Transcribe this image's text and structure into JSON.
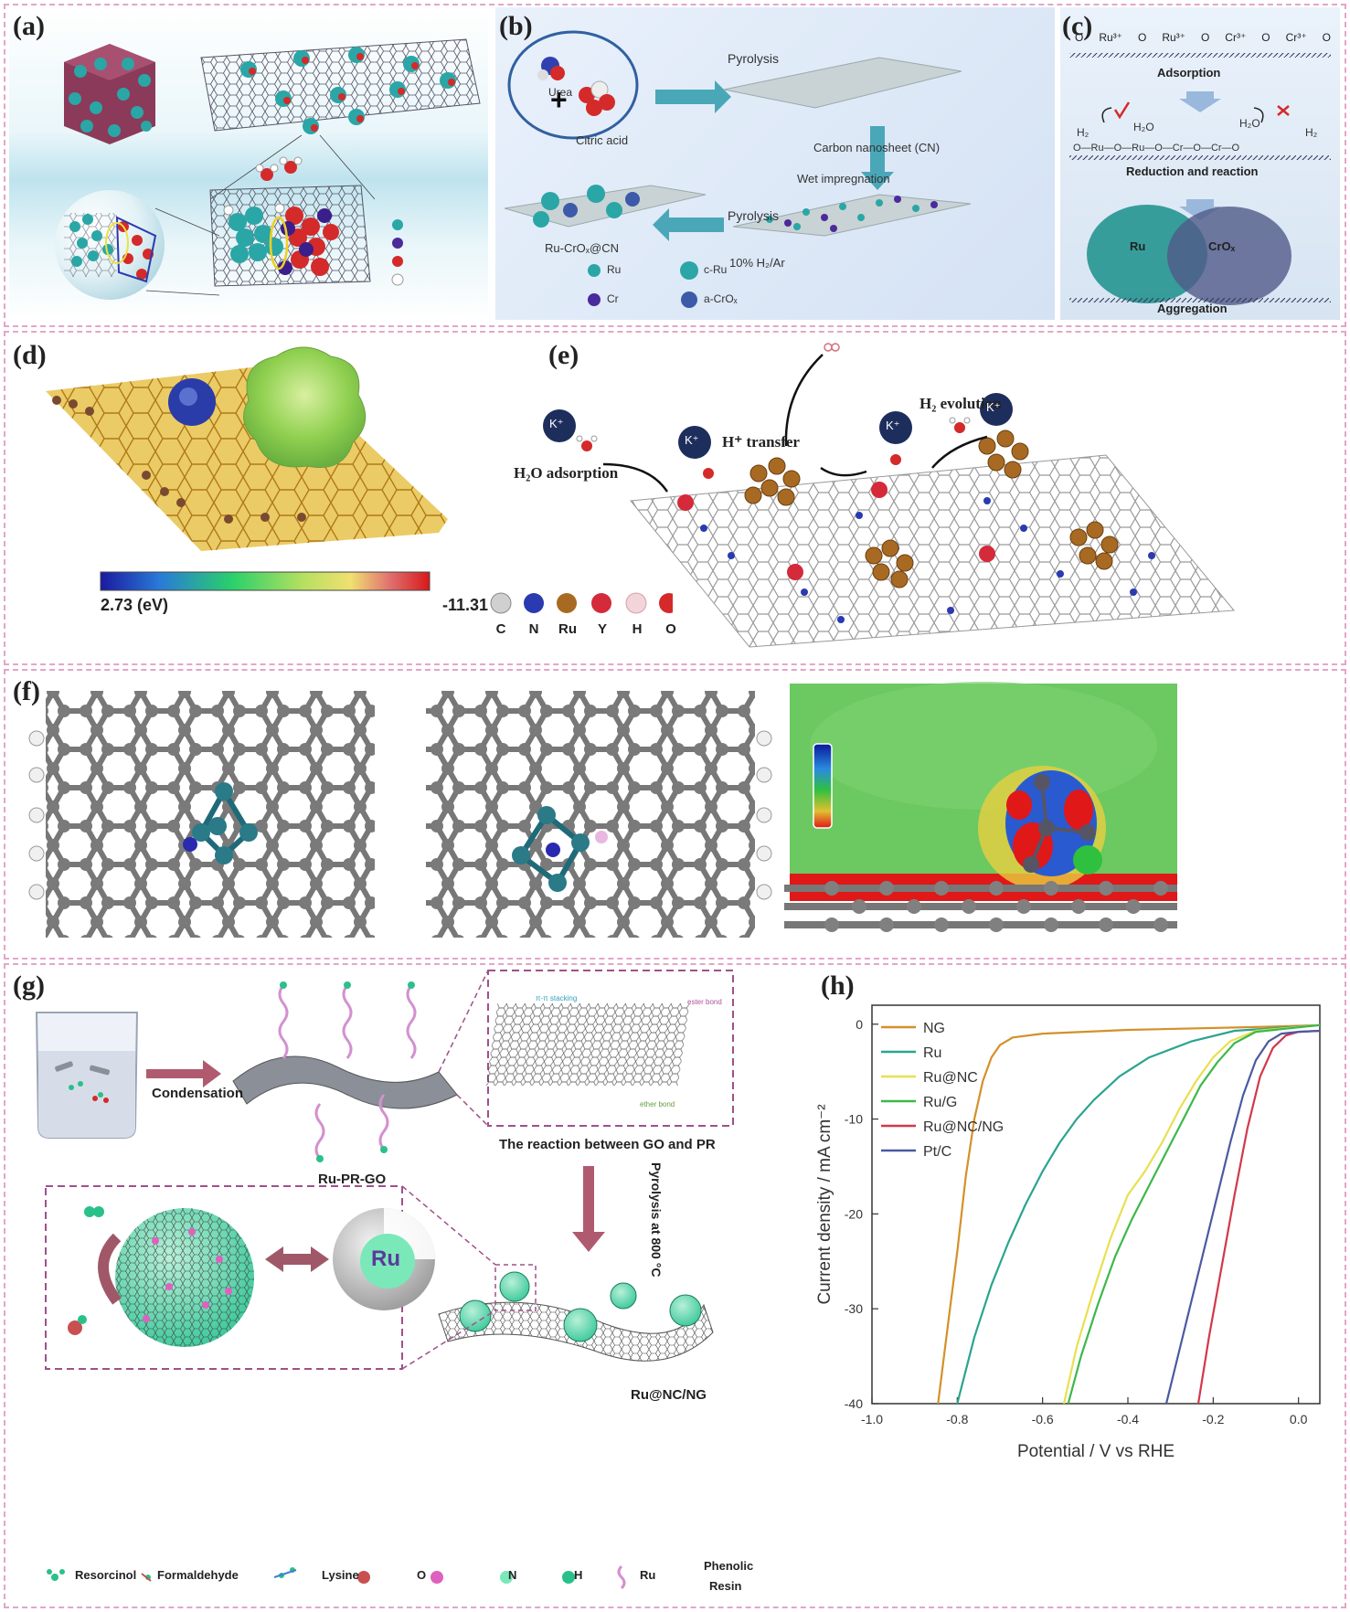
{
  "panels": {
    "a": "(a)",
    "b": "(b)",
    "c": "(c)",
    "d": "(d)",
    "e": "(e)",
    "f": "(f)",
    "g": "(g)",
    "h": "(h)"
  },
  "b": {
    "urea": "Urea",
    "citric_acid": "Citric acid",
    "pyrolysis_top": "Pyrolysis",
    "cn": "Carbon nanosheet (CN)",
    "wet": "Wet impregnation",
    "pyrolysis_bottom": "Pyrolysis",
    "h2ar": "10% H₂/Ar",
    "product": "Ru-CrOₓ@CN",
    "legend": {
      "ru": "Ru",
      "cru": "c-Ru",
      "cr": "Cr",
      "acrox": "a-CrOₓ"
    }
  },
  "c": {
    "top_ions": [
      "O",
      "Ru³⁺",
      "O",
      "Ru³⁺",
      "O",
      "Cr³⁺",
      "O",
      "Cr³⁺",
      "O"
    ],
    "adsorption": "Adsorption",
    "h2_left": "H₂",
    "h2o_left": "H₂O",
    "h2o_right": "H₂O",
    "h2_right": "H₂",
    "chain": "O—Ru—O—Ru—O—Cr—O—Cr—O",
    "reduction": "Reduction and reaction",
    "ru": "Ru",
    "crox": "CrOₓ",
    "aggregation": "Aggregation"
  },
  "d": {
    "min": "2.73 (eV)",
    "max": "-11.31"
  },
  "e": {
    "h2o_ads": "H₂O adsorption",
    "h_transfer": "H⁺ transfer",
    "h2_evo": "H₂ evolution",
    "k": "K⁺",
    "legend": [
      "C",
      "N",
      "Ru",
      "Y",
      "H",
      "O"
    ]
  },
  "g": {
    "condensation": "Condensation",
    "ru_pr_go": "Ru-PR-GO",
    "reaction": "The reaction between GO and PR",
    "pyrolysis": "Pyrolysis at 800 °C",
    "ru": "Ru",
    "product": "Ru@NC/NG",
    "pi_stacking": "π-π stacking",
    "ester_bond": "ester bond",
    "ether_bond": "ether bond",
    "legend": {
      "resorcinol": "Resorcinol",
      "formaldehyde": "Formaldehyde",
      "lysine": "Lysine",
      "o": "O",
      "n": "N",
      "h": "H",
      "ru": "Ru",
      "phenolic": "Phenolic",
      "resin": "Resin"
    }
  },
  "colors": {
    "ru_teal": "#2aa6a6",
    "cr_purple": "#4b2a9c",
    "o_red": "#d42a2a",
    "k_navy": "#1d2e5c",
    "ru_brown": "#a86a22",
    "border_pink": "#e3a6c8"
  },
  "chart_data": {
    "type": "line",
    "xlabel": "Potential / V vs RHE",
    "ylabel": "Current density / mA cm⁻²",
    "xlim": [
      -1.0,
      0.05
    ],
    "ylim": [
      -40,
      2
    ],
    "xticks": [
      -1.0,
      -0.8,
      -0.6,
      -0.4,
      -0.2,
      0.0
    ],
    "yticks": [
      0,
      -10,
      -20,
      -30,
      -40
    ],
    "legend_position": "top-left",
    "series": [
      {
        "name": "NG",
        "color": "#d4902a",
        "x": [
          -0.845,
          -0.82,
          -0.8,
          -0.78,
          -0.76,
          -0.74,
          -0.72,
          -0.7,
          -0.67,
          -0.6,
          -0.4,
          -0.1,
          0.05
        ],
        "y": [
          -40,
          -31,
          -24,
          -16,
          -10,
          -6,
          -3.5,
          -2.2,
          -1.4,
          -1.0,
          -0.6,
          -0.3,
          -0.1
        ]
      },
      {
        "name": "Ru",
        "color": "#2aa48f",
        "x": [
          -0.8,
          -0.76,
          -0.72,
          -0.68,
          -0.64,
          -0.6,
          -0.56,
          -0.52,
          -0.48,
          -0.42,
          -0.35,
          -0.25,
          -0.15,
          0.05
        ],
        "y": [
          -40,
          -33,
          -27.5,
          -23,
          -19,
          -15.5,
          -12.5,
          -10,
          -8,
          -5.5,
          -3.5,
          -1.8,
          -0.7,
          -0.1
        ]
      },
      {
        "name": "Ru@NC",
        "color": "#e8e050",
        "x": [
          -0.55,
          -0.52,
          -0.48,
          -0.44,
          -0.4,
          -0.36,
          -0.32,
          -0.28,
          -0.24,
          -0.2,
          -0.16,
          -0.1,
          0.05
        ],
        "y": [
          -40,
          -34,
          -28,
          -22.5,
          -18,
          -15.5,
          -12.5,
          -9,
          -6,
          -3.5,
          -1.8,
          -0.7,
          -0.1
        ]
      },
      {
        "name": "Ru/G",
        "color": "#3db84a",
        "x": [
          -0.54,
          -0.51,
          -0.47,
          -0.43,
          -0.39,
          -0.35,
          -0.31,
          -0.27,
          -0.23,
          -0.19,
          -0.15,
          -0.1,
          0.05
        ],
        "y": [
          -40,
          -35,
          -29.5,
          -24.5,
          -20.5,
          -17,
          -13.5,
          -10,
          -6.5,
          -4,
          -2,
          -0.8,
          -0.1
        ]
      },
      {
        "name": "Ru@NC/NG",
        "color": "#d2384a",
        "x": [
          -0.235,
          -0.21,
          -0.18,
          -0.15,
          -0.12,
          -0.09,
          -0.06,
          -0.03,
          0.0,
          0.05
        ],
        "y": [
          -40,
          -33,
          -25.5,
          -18,
          -11,
          -5.5,
          -2.5,
          -1.2,
          -0.8,
          -0.7
        ]
      },
      {
        "name": "Pt/C",
        "color": "#4a5aa0",
        "x": [
          -0.31,
          -0.28,
          -0.25,
          -0.22,
          -0.19,
          -0.16,
          -0.13,
          -0.1,
          -0.07,
          -0.04,
          0.0,
          0.05
        ],
        "y": [
          -40,
          -34.5,
          -29,
          -23.5,
          -18,
          -12.5,
          -7.5,
          -3.8,
          -1.8,
          -1.0,
          -0.8,
          -0.7
        ]
      }
    ]
  }
}
